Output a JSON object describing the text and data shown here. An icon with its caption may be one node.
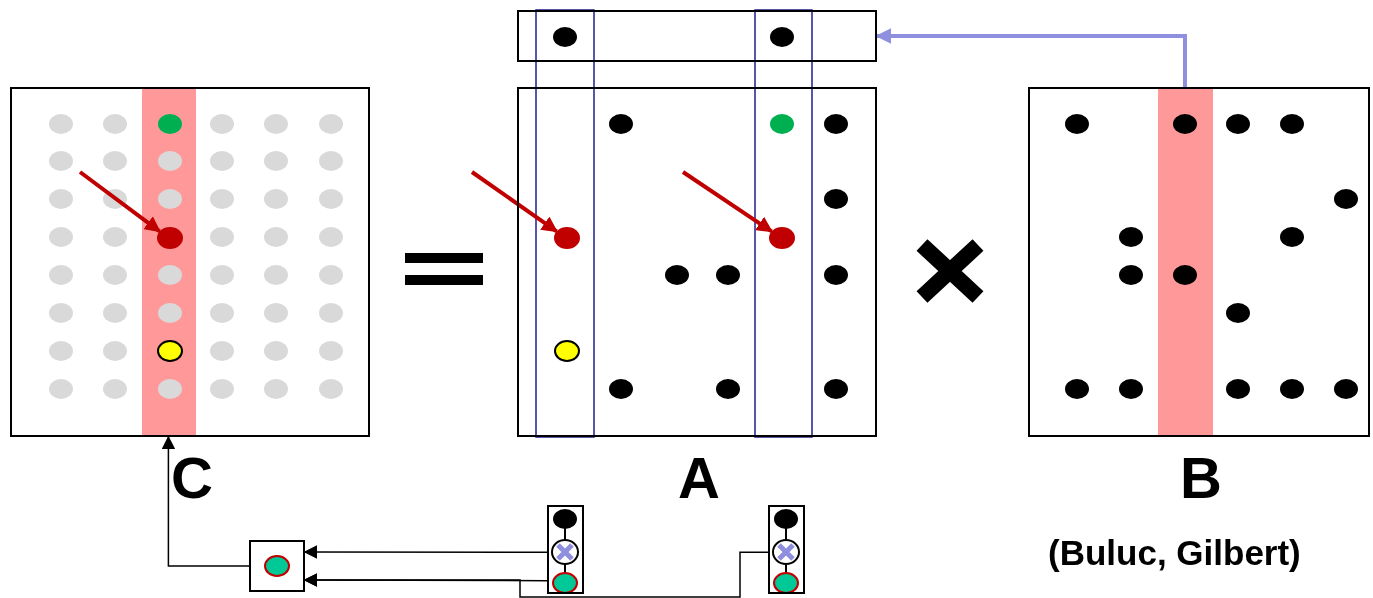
{
  "diagram": {
    "nodes": [
      {
        "text": [],
        "shape": "box"
      },
      {
        "text": [
          "C"
        ]
      },
      {
        "text": [],
        "shape": "circle",
        "in": 1
      },
      {
        "text": [
          "A"
        ]
      },
      {
        "text": [],
        "shape": "circle",
        "in": 3
      },
      {
        "text": [],
        "shape": "circle",
        "in": 3
      },
      {
        "text": [
          "B"
        ]
      },
      {
        "text": [],
        "shape": "box"
      },
      {
        "text": [],
        "shape": "box"
      },
      {
        "text": [],
        "shape": "box"
      }
    ],
    "edges": [
      {
        "from": 6,
        "to": 0,
        "arrow": "to",
        "color": "#8f8fe0",
        "style": "thick"
      },
      {
        "from": null,
        "to": 2,
        "arrow": "to",
        "color": "#c00000",
        "style": "thick"
      },
      {
        "from": null,
        "to": 4,
        "arrow": "to",
        "color": "#c00000",
        "style": "thick"
      },
      {
        "from": null,
        "to": 5,
        "arrow": "to",
        "color": "#c00000",
        "style": "thick"
      },
      {
        "from": 8,
        "to": 7,
        "arrow": "to"
      },
      {
        "from": 8,
        "to": 7,
        "arrow": "to"
      },
      {
        "from": 9,
        "to": 7,
        "arrow": "to"
      },
      {
        "from": 7,
        "to": 1,
        "arrow": "to"
      }
    ],
    "labels": [
      "(Buluc, Gilbert)"
    ]
  }
}
